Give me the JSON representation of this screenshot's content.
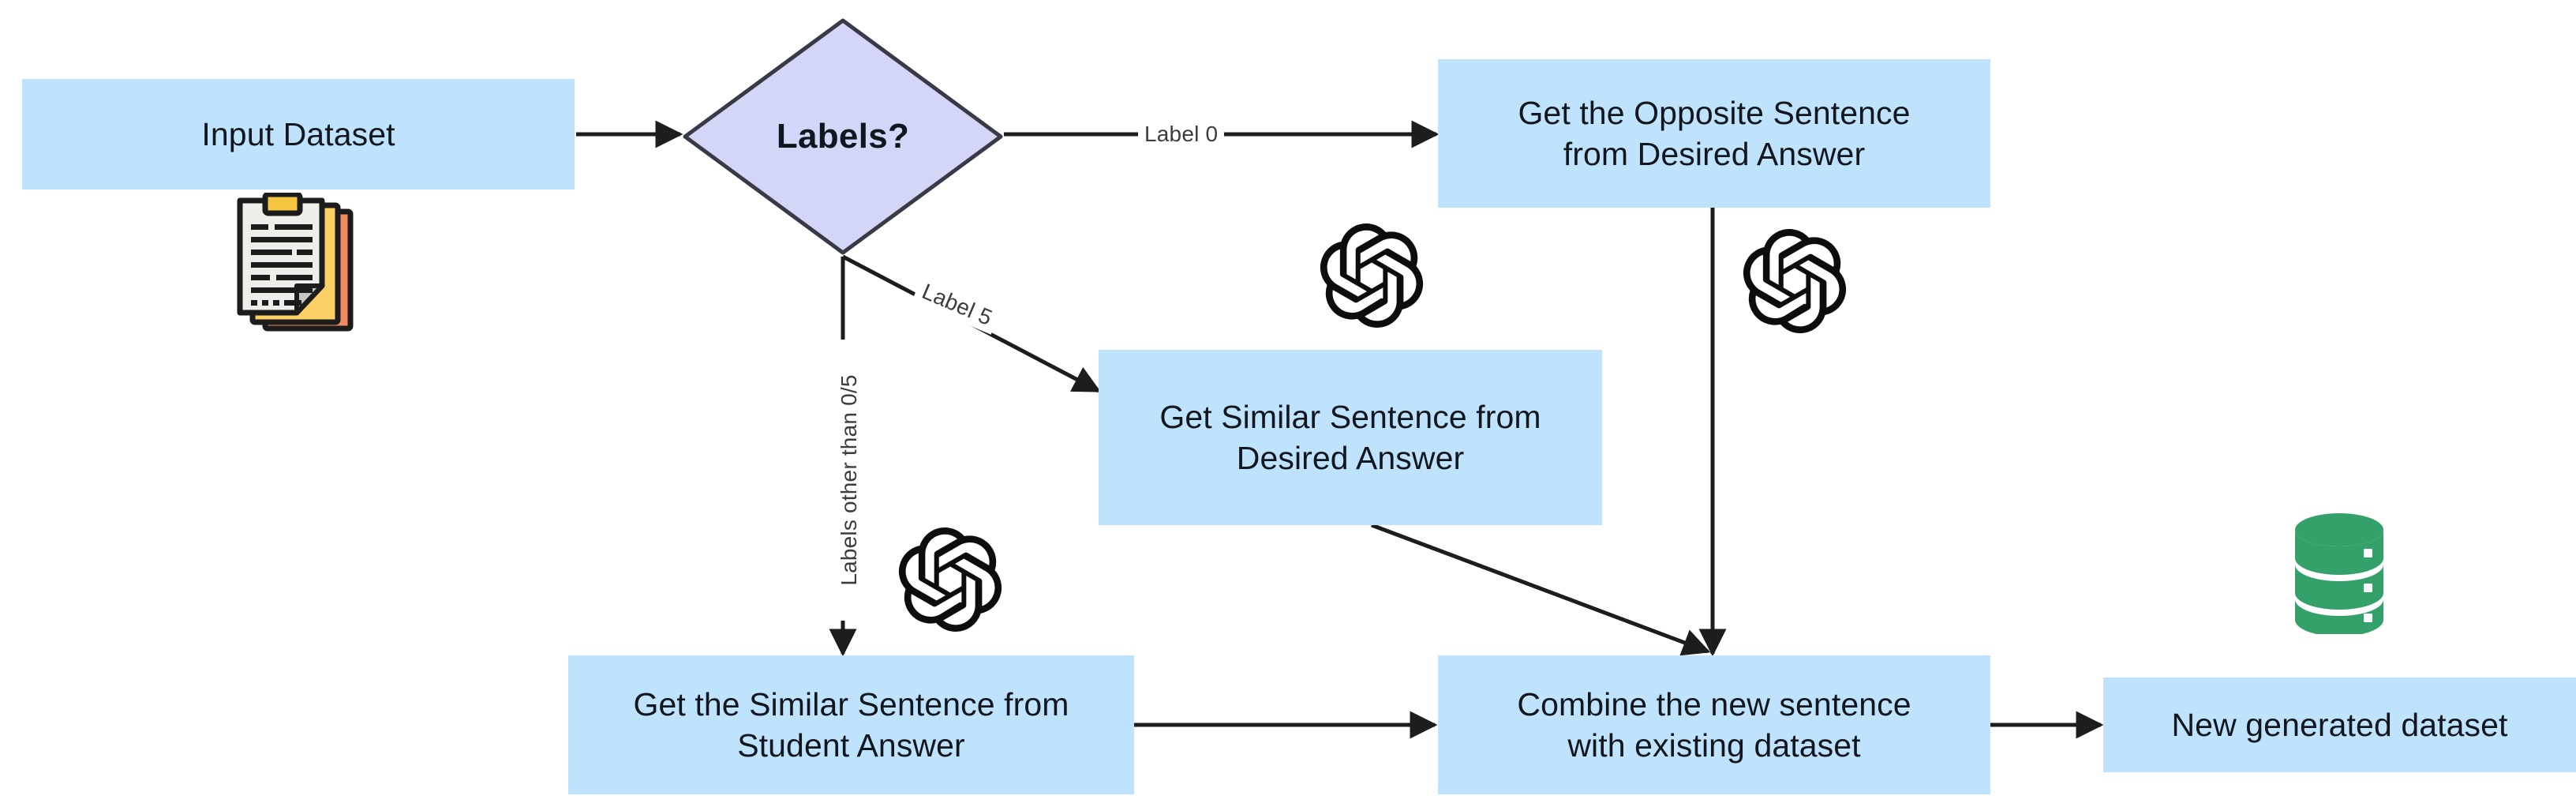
{
  "diagram": {
    "title": "Dataset augmentation flowchart",
    "colors": {
      "node_fill": "#bfe3fc",
      "decision_fill": "#d4d6f8",
      "decision_stroke": "#3a3a46",
      "edge": "#1d1d1d",
      "text": "#12171f",
      "database_icon": "#34a06a",
      "document_icon_front": "#efeeea",
      "document_icon_mid": "#fbcf63",
      "document_icon_back": "#f08a5f"
    },
    "nodes": [
      {
        "id": "input_dataset",
        "label": "Input Dataset",
        "shape": "rect"
      },
      {
        "id": "labels_decision",
        "label": "Labels?",
        "shape": "diamond"
      },
      {
        "id": "opposite_sentence",
        "label": "Get the Opposite Sentence\nfrom Desired Answer",
        "line1": "Get the Opposite Sentence",
        "line2": "from Desired Answer",
        "shape": "rect"
      },
      {
        "id": "similar_desired",
        "label": "Get Similar Sentence from\nDesired Answer",
        "line1": "Get Similar Sentence from",
        "line2": "Desired Answer",
        "shape": "rect"
      },
      {
        "id": "similar_student",
        "label": "Get the Similar Sentence from\nStudent Answer",
        "line1": "Get the Similar Sentence from",
        "line2": "Student Answer",
        "shape": "rect"
      },
      {
        "id": "combine",
        "label": "Combine the new sentence\nwith existing dataset",
        "line1": "Combine the new sentence",
        "line2": "with existing dataset",
        "shape": "rect"
      },
      {
        "id": "new_dataset",
        "label": "New generated dataset",
        "shape": "rect"
      }
    ],
    "edge_labels": {
      "label_0": "Label 0",
      "label_5": "Label 5",
      "labels_other": "Labels other than 0/5"
    },
    "icons": {
      "documents": "documents-icon",
      "database": "database-icon",
      "openai_1": "openai-logo-icon",
      "openai_2": "openai-logo-icon",
      "openai_3": "openai-logo-icon"
    }
  }
}
